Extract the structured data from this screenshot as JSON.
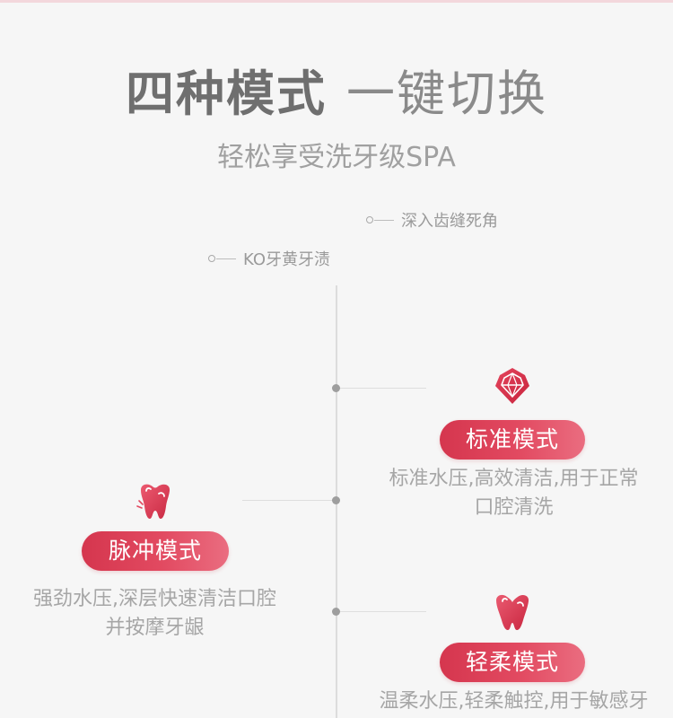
{
  "headline": {
    "bold": "四种模式",
    "light": "一键切换"
  },
  "subline": "轻松享受洗牙级SPA",
  "callouts": [
    "深入齿缝死角",
    "KO牙黄牙渍"
  ],
  "modes": [
    {
      "label": "标准模式",
      "desc_lines": [
        "标准水压,高效清洁,用于正常",
        "口腔清洗"
      ],
      "icon": "diamond-icon"
    },
    {
      "label": "脉冲模式",
      "desc_lines": [
        "强劲水压,深层快速清洁口腔",
        "并按摩牙龈"
      ],
      "icon": "tooth-icon"
    },
    {
      "label": "轻柔模式",
      "desc_lines": [
        "温柔水压,轻柔触控,用于敏感牙"
      ],
      "icon": "heart-tooth-icon"
    }
  ],
  "colors": {
    "accent": "#e0435a",
    "text_gray": "#a6a6a6",
    "line_gray": "#dcdcdc"
  }
}
